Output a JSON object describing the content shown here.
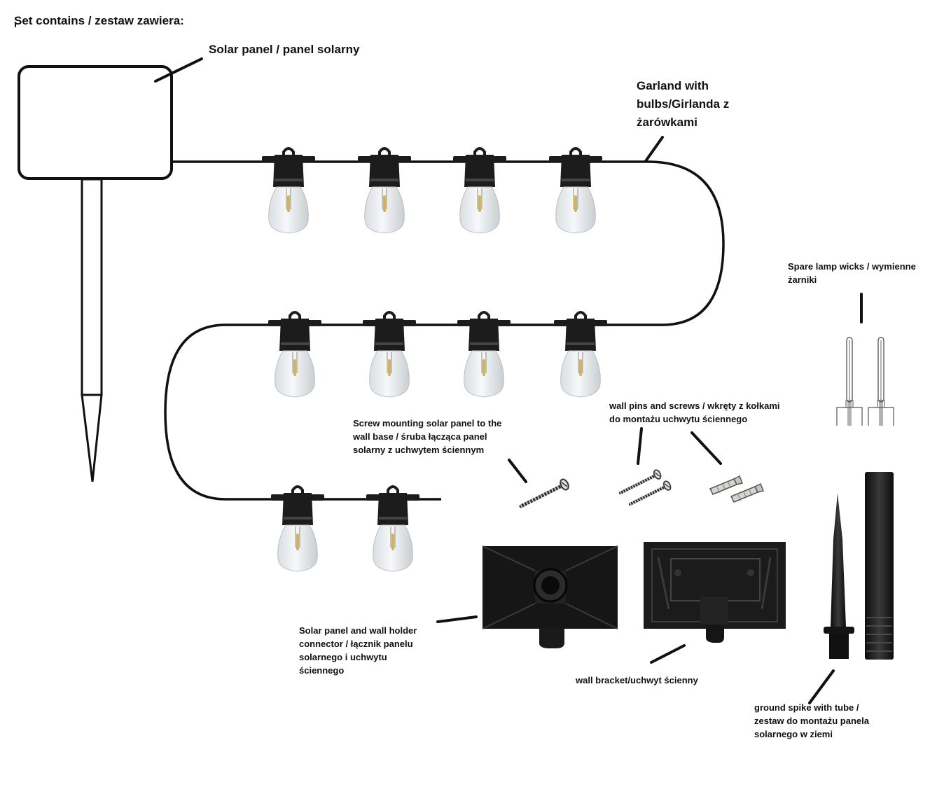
{
  "title": "Set contains / zestaw zawiera:",
  "labels": {
    "solar_panel": "Solar panel / panel solarny",
    "garland": "Garland with\nbulbs/Girlanda z\nżarówkami",
    "spare_wicks": "Spare lamp wicks / wymienne\nżarniki",
    "screw_mounting": "Screw mounting solar panel to the\nwall base / śruba łącząca panel\nsolarny z uchwytem ściennym",
    "wall_pins": "wall pins and screws / wkręty z kołkami\ndo montażu uchwytu ściennego",
    "connector": "Solar panel and wall holder\nconnector / łącznik panelu\nsolarnego i uchwytu\nściennego",
    "wall_bracket": "wall bracket/uchwyt ścienny",
    "ground_spike": "ground spike with tube /\nzestaw do montażu panela\nsolarnego w ziemi"
  },
  "bulb_count": 10,
  "colors": {
    "line": "#111111",
    "socket": "#1c1c1c",
    "glass": "#e8ecef",
    "filament": "#c9a84a",
    "plastic": "#202020"
  }
}
